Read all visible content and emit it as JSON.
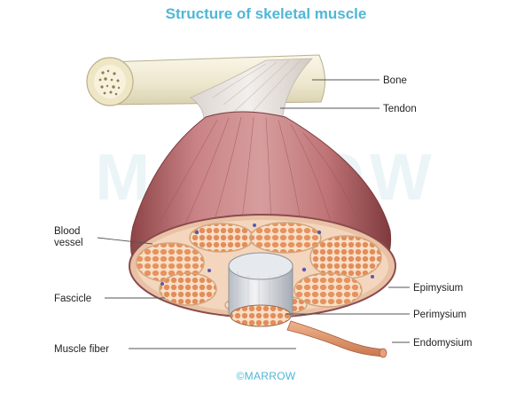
{
  "title": "Structure of skeletal muscle",
  "watermark": "MARROW",
  "credit": "©MARROW",
  "labels": {
    "bone": "Bone",
    "tendon": "Tendon",
    "blood_vessel_line1": "Blood",
    "blood_vessel_line2": "vessel",
    "fascicle": "Fascicle",
    "muscle_fiber": "Muscle fiber",
    "epimysium": "Epimysium",
    "perimysium": "Perimysium",
    "endomysium": "Endomysium"
  },
  "colors": {
    "title": "#4fb7d6",
    "muscle": "#b4686a",
    "fiber_cell": "#e89a6f",
    "connective": "#f7e3cf",
    "bone": "#f2eed9",
    "tendon": "#e6e1dc"
  }
}
